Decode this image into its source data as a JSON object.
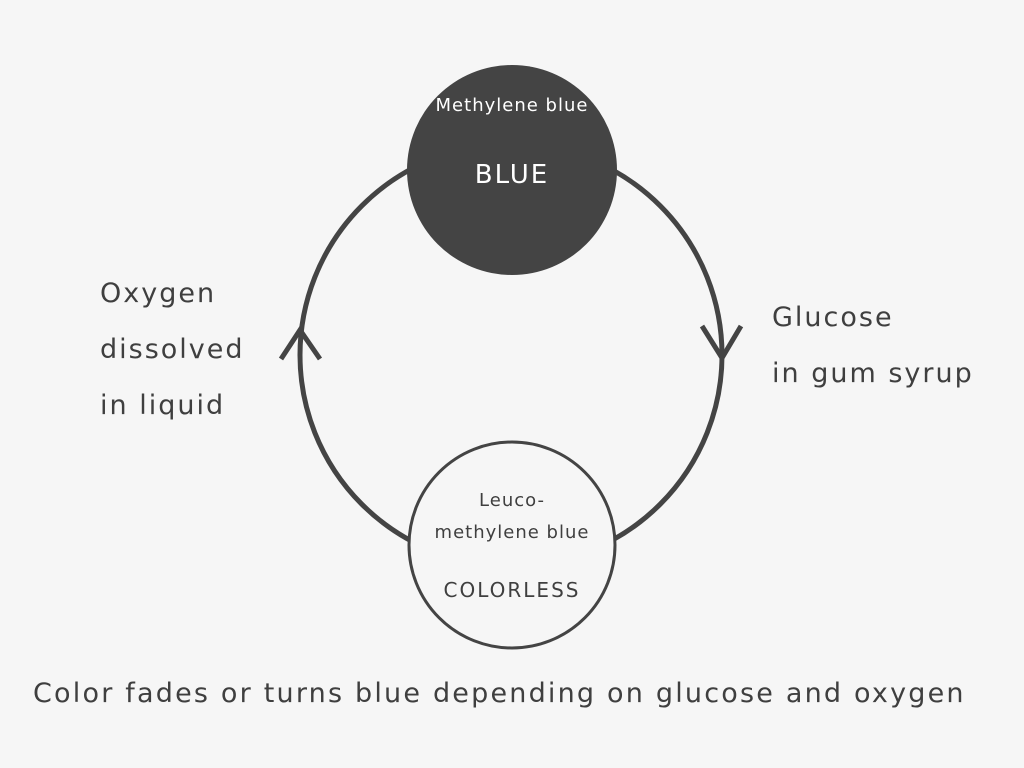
{
  "top_node": {
    "name": "Methylene blue",
    "state": "BLUE"
  },
  "bottom_node": {
    "name_line1": "Leuco-",
    "name_line2": "methylene blue",
    "state": "COLORLESS"
  },
  "left_label": {
    "line1": "Oxygen",
    "line2": "dissolved",
    "line3": "in liquid"
  },
  "right_label": {
    "line1": "Glucose",
    "line2": "in gum syrup"
  },
  "caption": "Color fades or turns blue depending on glucose and oxygen",
  "colors": {
    "background": "#f6f6f6",
    "stroke": "#444444",
    "dark_fill": "#444444"
  }
}
